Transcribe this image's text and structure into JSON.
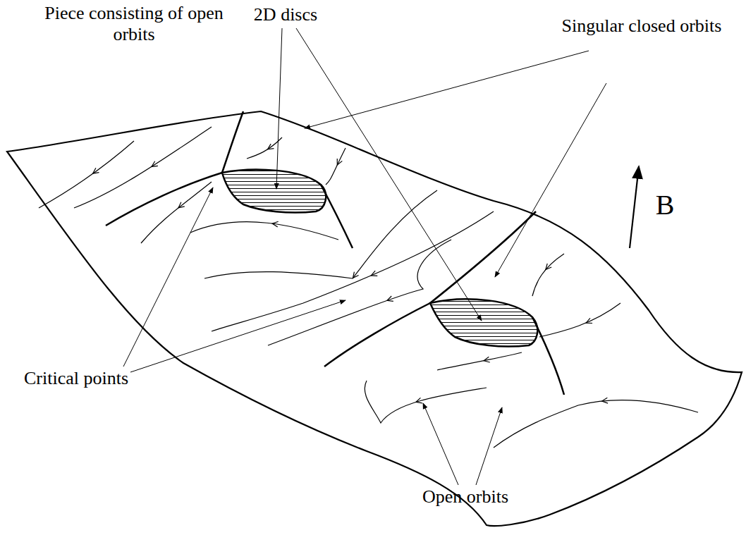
{
  "diagram": {
    "labels": [
      "Piece consisting of open orbits",
      "2D discs",
      "Singular closed orbits",
      "B",
      "Critical points",
      "Open orbits"
    ]
  }
}
